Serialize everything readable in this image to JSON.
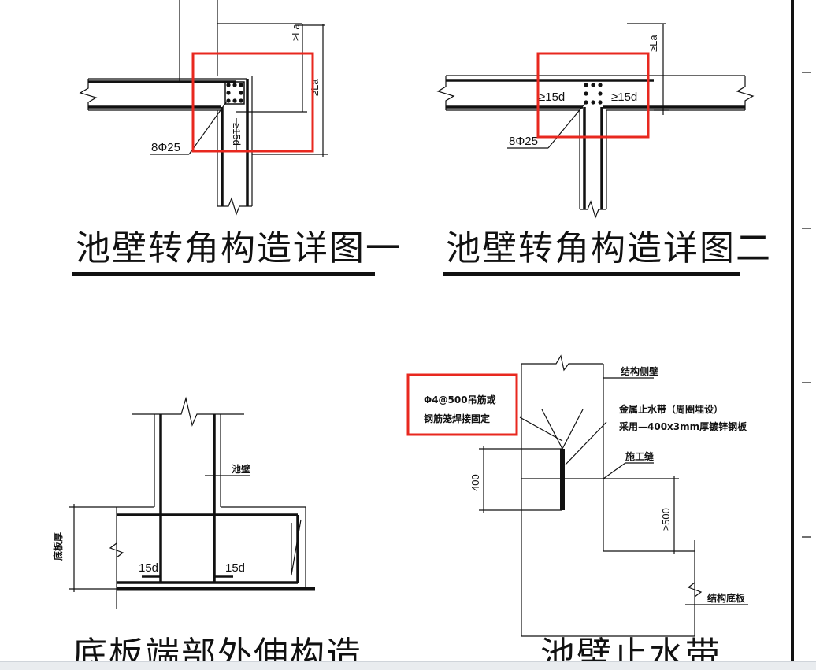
{
  "detail1": {
    "title": "池壁转角构造详图一",
    "bar_label": "8Φ25",
    "dim_la_1": "≥La",
    "dim_la_2": "≥La",
    "dim_15d": "≥15d"
  },
  "detail2": {
    "title": "池壁转角构造详图二",
    "bar_label": "8Φ25",
    "dim_la": "≥La",
    "dim_15d_left": "≥15d",
    "dim_15d_right": "≥15d"
  },
  "detail3": {
    "title": "底板端部外伸构造",
    "wall_label": "池壁",
    "slab_thickness_label": "底板厚",
    "anchor_left": "15d",
    "anchor_right": "15d"
  },
  "detail4": {
    "title": "池壁止水带",
    "side_wall_label": "结构侧壁",
    "waterstop_line1": "金属止水带（周圈埋设）",
    "waterstop_line2": "采用—400x3mm厚镀锌钢板",
    "hanger_line1": "Φ4@500吊筋或",
    "hanger_line2": "钢筋笼焊接固定",
    "joint_label": "施工缝",
    "dim_400": "400",
    "dim_500": "≥500",
    "base_slab_label": "结构底板"
  },
  "colors": {
    "highlight": "#e8281f",
    "line": "#111111"
  }
}
